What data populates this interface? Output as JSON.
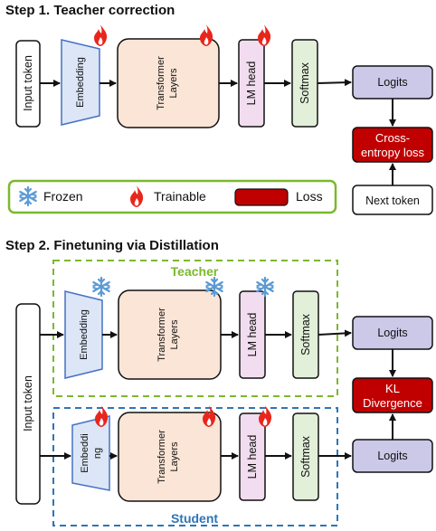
{
  "step1": {
    "title": "Step 1. Teacher correction",
    "input_token": "Input token",
    "embedding": "Embedding",
    "transformer": [
      "Transformer",
      "Layers"
    ],
    "lm_head": "LM head",
    "softmax": "Softmax",
    "logits": "Logits",
    "loss": [
      "Cross-",
      "entropy loss"
    ],
    "next_token": "Next token",
    "component_states": {
      "embedding": "trainable",
      "transformer": "trainable",
      "lm_head": "trainable"
    }
  },
  "legend": {
    "frozen": "Frozen",
    "trainable": "Trainable",
    "loss": "Loss"
  },
  "step2": {
    "title": "Step 2. Finetuning via Distillation",
    "input_token": "Input token",
    "teacher": {
      "group_label": "Teacher",
      "embedding": "Embedding",
      "transformer": [
        "Transformer",
        "Layers"
      ],
      "lm_head": "LM head",
      "softmax": "Softmax",
      "logits": "Logits",
      "component_states": {
        "embedding": "frozen",
        "transformer": "frozen",
        "lm_head": "frozen"
      }
    },
    "student": {
      "group_label": "Student",
      "embedding": [
        "Embeddi",
        "ng"
      ],
      "transformer": [
        "Transformer",
        "Layers"
      ],
      "lm_head": "LM head",
      "softmax": "Softmax",
      "logits": "Logits",
      "component_states": {
        "embedding": "trainable",
        "transformer": "trainable",
        "lm_head": "trainable"
      }
    },
    "loss": [
      "KL",
      "Divergence"
    ]
  },
  "colors": {
    "embedding_fill": "#dce6f7",
    "embedding_stroke": "#4472c4",
    "transformer_fill": "#fbe5d6",
    "lm_head_fill": "#f2dcef",
    "softmax_fill": "#e2efd9",
    "logits_fill": "#ccc8e8",
    "loss_fill": "#c00000",
    "teacher_green": "#7cb82f",
    "student_blue": "#2e75b6",
    "flame_red": "#e8261c",
    "snowflake_blue": "#5b9bd5"
  },
  "icons": {
    "frozen": "snowflake-icon",
    "trainable": "flame-icon"
  }
}
